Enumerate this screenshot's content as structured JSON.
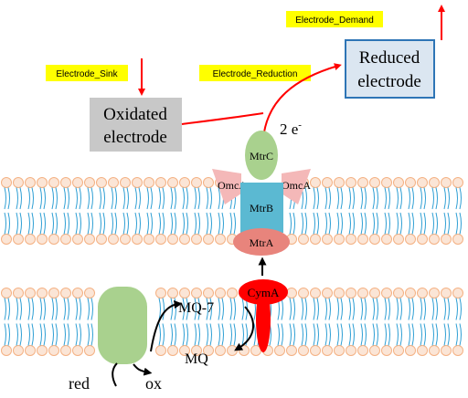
{
  "labels": {
    "electrode_sink": "Electrode_Sink",
    "electrode_reduction": "Electrode_Reduction",
    "electrode_demand": "Electrode_Demand",
    "oxidated_electrode_line1": "Oxidated",
    "oxidated_electrode_line2": "electrode",
    "reduced_electrode_line1": "Reduced",
    "reduced_electrode_line2": "electrode",
    "electrons": "2 e",
    "electrons_sup": "-",
    "mtrc": "MtrC",
    "omca_left": "OmcA",
    "omca_right": "OmcA",
    "mtrb": "MtrB",
    "mtra": "MtrA",
    "cyma": "CymA",
    "mq7": "MQ-7",
    "mq": "MQ",
    "red": "red",
    "ox": "ox"
  },
  "colors": {
    "tag_fill": "#ffff00",
    "oxidated_box": "#c8c8c8",
    "reduced_box_fill": "#dbe6f1",
    "reduced_box_stroke": "#2e75b6",
    "arrow_red": "#ff0000",
    "mtrc": "#a9d18e",
    "omca": "#f4b8b8",
    "mtrb": "#5bb9d2",
    "mtra": "#e8847c",
    "cyma": "#ff0000",
    "dehydrogenase": "#a9d18e",
    "lipid_head": "#fbe5d6",
    "lipid_head_stroke": "#f4b183",
    "lipid_tail": "#2e9fd4"
  }
}
